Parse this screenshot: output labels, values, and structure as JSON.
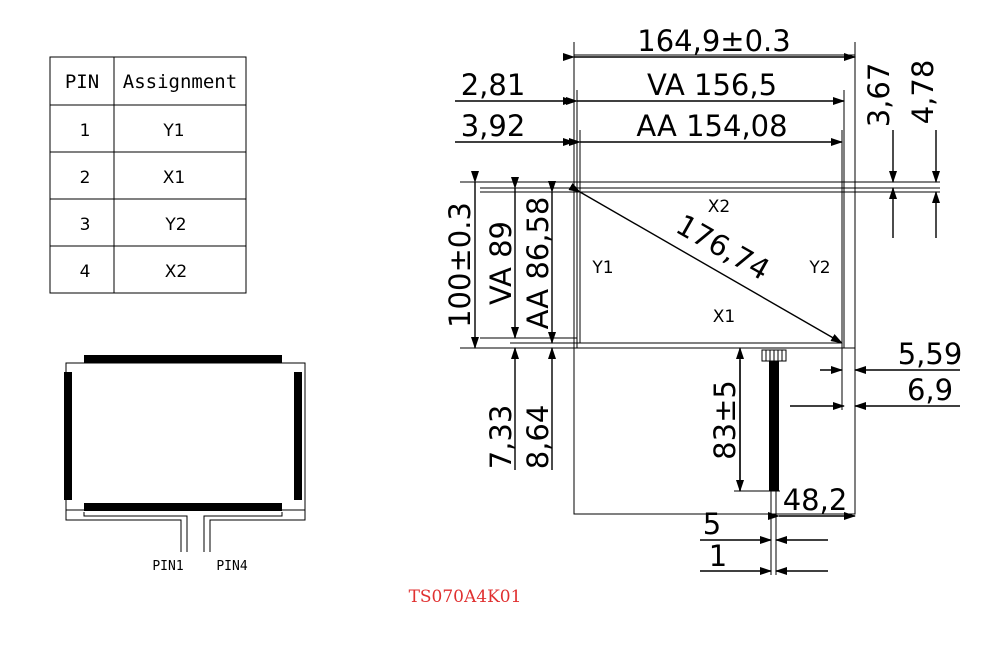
{
  "pin_table": {
    "headers": [
      "PIN",
      "Assignment"
    ],
    "rows": [
      {
        "pin": "1",
        "assignment": "Y1"
      },
      {
        "pin": "2",
        "assignment": "X1"
      },
      {
        "pin": "3",
        "assignment": "Y2"
      },
      {
        "pin": "4",
        "assignment": "X2"
      }
    ]
  },
  "schematic": {
    "pin_left": "PIN1",
    "pin_right": "PIN4"
  },
  "dimensions": {
    "overall_width": "164,9±0.3",
    "va_width": "VA 156,5",
    "aa_width": "AA 154,08",
    "left_offset_va": "2,81",
    "left_offset_aa": "3,92",
    "top_offset_va": "3,67",
    "top_offset_aa": "4,78",
    "overall_height": "100±0.3",
    "va_height": "VA 89",
    "aa_height": "AA 86,58",
    "bottom_offset_va": "7,33",
    "bottom_offset_aa": "8,64",
    "right_offset_va": "5,59",
    "right_offset_aa": "6,9",
    "diagonal": "176,74",
    "tail_length": "83±5",
    "tail_position": "48,2",
    "tail_width": "5",
    "tail_pitch": "1"
  },
  "electrodes": {
    "top": "X2",
    "bottom": "X1",
    "left": "Y1",
    "right": "Y2"
  },
  "model": "TS070A4K01"
}
